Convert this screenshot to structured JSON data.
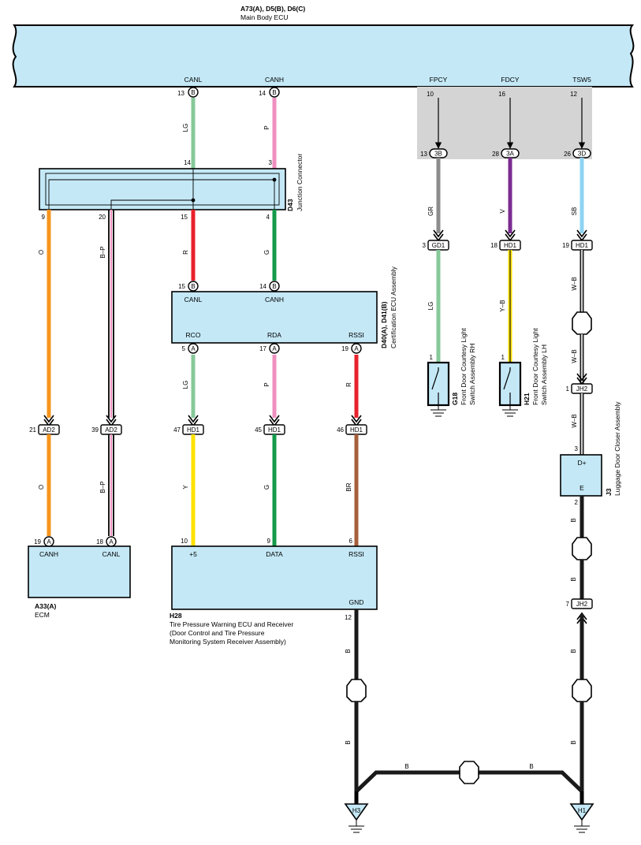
{
  "colors": {
    "LG": "#86c99a",
    "P": "#ef8fbf",
    "R": "#e8212b",
    "G": "#139a4a",
    "O": "#f7941d",
    "GR": "#8c8c8c",
    "V": "#7b2b91",
    "SB": "#8fd3f2",
    "Y": "#ffe200",
    "BR": "#a5603a",
    "B": "#1a1a1a",
    "W": "#ffffff",
    "box_fill": "#c4e8f6",
    "shade": "#d4d4d4"
  },
  "components": {
    "main_ecu": {
      "code": "A73(A), D5(B), D6(C)",
      "name": "Main Body ECU",
      "pins": [
        {
          "label": "CANL",
          "num": "13",
          "conn": "B"
        },
        {
          "label": "CANH",
          "num": "14",
          "conn": "B"
        },
        {
          "label": "FPCY",
          "num": "10"
        },
        {
          "label": "FDCY",
          "num": "16"
        },
        {
          "label": "TSW5",
          "num": "12"
        }
      ]
    },
    "junction": {
      "code": "D43",
      "name": "Junction Connector",
      "pins": {
        "top_lg": "14",
        "top_p": "3",
        "o": "9",
        "bp": "20",
        "r": "15",
        "g": "4"
      }
    },
    "cert_ecu": {
      "code": "D40(A), D41(B)",
      "name": "Certification ECU Assembly",
      "pins": [
        {
          "label": "CANL",
          "num": "15",
          "conn": "B"
        },
        {
          "label": "CANH",
          "num": "14",
          "conn": "B"
        },
        {
          "label": "RCO",
          "num": "5",
          "conn": "A"
        },
        {
          "label": "RDA",
          "num": "17",
          "conn": "A"
        },
        {
          "label": "RSSI",
          "num": "19",
          "conn": "A"
        }
      ]
    },
    "ecm": {
      "code": "A33(A)",
      "name": "ECM",
      "pins": [
        {
          "label": "CANH",
          "num": "19",
          "conn": "A"
        },
        {
          "label": "CANL",
          "num": "18",
          "conn": "A"
        }
      ]
    },
    "tpw": {
      "code": "H28",
      "name": "Tire Pressure Warning ECU and Receiver",
      "sub1": "(Door Control and Tire Pressure",
      "sub2": " Monitoring System Receiver Assembly)",
      "pins": [
        {
          "label": "+5",
          "num": "10"
        },
        {
          "label": "DATA",
          "num": "9"
        },
        {
          "label": "RSSI",
          "num": "6"
        },
        {
          "label": "GND",
          "num": "12"
        }
      ]
    },
    "g18": {
      "code": "G18",
      "name1": "Front Door Courtesy Light",
      "name2": "Switch Assembly RH",
      "pin": "1"
    },
    "h21": {
      "code": "H21",
      "name1": "Front Door Courtesy Light",
      "name2": "Switch Assembly LH",
      "pin": "1"
    },
    "j3": {
      "code": "J3",
      "name": "Luggage Door Closer Assembly",
      "pin_top": "3",
      "pin_bottom": "2",
      "label_top": "D+",
      "label_bottom": "E"
    }
  },
  "connectors": {
    "c3b": {
      "label": "3B",
      "num": "13"
    },
    "c3a": {
      "label": "3A",
      "num": "28"
    },
    "c3d": {
      "label": "3D",
      "num": "26"
    },
    "gd1": {
      "label": "GD1",
      "num": "3"
    },
    "hd1_v": {
      "label": "HD1",
      "num": "18"
    },
    "hd1_sb": {
      "label": "HD1",
      "num": "19"
    },
    "jh2_a": {
      "label": "JH2",
      "num": "1"
    },
    "jh2_b": {
      "label": "JH2",
      "num": "7"
    },
    "ad2_o": {
      "label": "AD2",
      "num": "21"
    },
    "ad2_bp": {
      "label": "AD2",
      "num": "39"
    },
    "hd1_lg": {
      "label": "HD1",
      "num": "47"
    },
    "hd1_p": {
      "label": "HD1",
      "num": "45"
    },
    "hd1_r": {
      "label": "HD1",
      "num": "46"
    }
  },
  "wires": {
    "lg1": "LG",
    "p1": "P",
    "r1": "R",
    "g1": "G",
    "o1": "O",
    "bp1": "B–P",
    "gr": "GR",
    "v": "V",
    "sb": "SB",
    "lg2": "LG",
    "yb": "Y–B",
    "wb1": "W–B",
    "wb2": "W–B",
    "wb3": "W–B",
    "lg3": "LG",
    "p2": "P",
    "r2": "R",
    "o2": "O",
    "bp2": "B–P",
    "y": "Y",
    "g2": "G",
    "br": "BR",
    "b1": "B",
    "b2": "B",
    "b3": "B",
    "b4": "B",
    "b5": "B",
    "b6": "B"
  },
  "grounds": {
    "h3": "H3",
    "h1": "H1"
  }
}
